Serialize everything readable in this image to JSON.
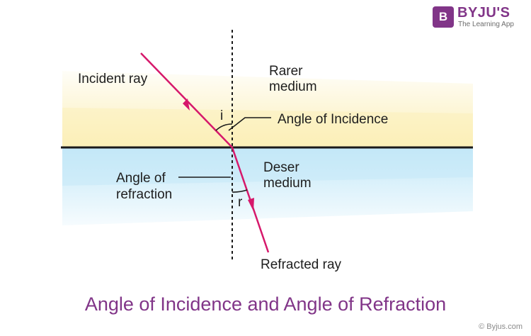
{
  "logo": {
    "mark": "B",
    "name": "BYJU'S",
    "tagline": "The Learning App"
  },
  "labels": {
    "incident_ray": "Incident ray",
    "rarer_medium_line1": "Rarer",
    "rarer_medium_line2": "medium",
    "angle_i_symbol": "i",
    "angle_of_incidence": "Angle of Incidence",
    "angle_of_refraction_line1": "Angle of",
    "angle_of_refraction_line2": "refraction",
    "denser_medium_line1": "Deser",
    "denser_medium_line2": "medium",
    "angle_r_symbol": "r",
    "refracted_ray": "Refracted ray"
  },
  "caption": "Angle of Incidence and Angle of Refraction",
  "copyright": "© Byjus.com",
  "colors": {
    "ray": "#d6186b",
    "brand": "#813588",
    "rarer_medium": "#fbefb8",
    "denser_medium": "#c3e8f8",
    "surface": "#1a1a1a"
  }
}
